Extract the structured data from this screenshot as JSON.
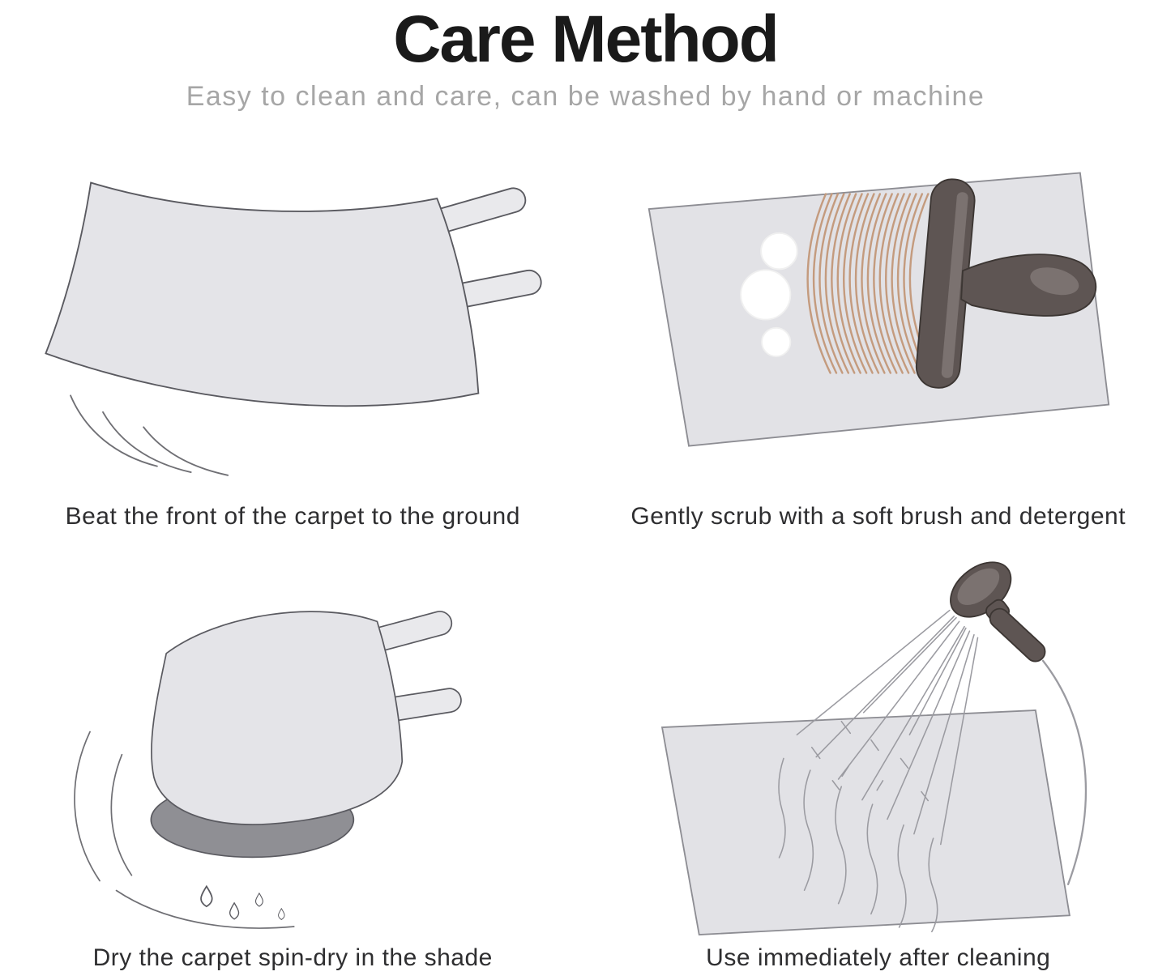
{
  "header": {
    "title": "Care Method",
    "subtitle": "Easy to clean and care, can be washed by hand or machine"
  },
  "panels": [
    {
      "id": "beat",
      "caption": "Beat the front of the carpet to the ground",
      "illustration": "carpet-beaten-toward-ground"
    },
    {
      "id": "scrub",
      "caption": "Gently scrub with a soft brush and detergent",
      "illustration": "soft-brush-scrubbing-mat-with-foam"
    },
    {
      "id": "dry",
      "caption": "Dry the carpet spin-dry in the shade",
      "illustration": "carpet-rolled-spin-drying-with-drips"
    },
    {
      "id": "rinse",
      "caption": "Use immediately after cleaning",
      "illustration": "shower-head-rinsing-mat"
    }
  ],
  "colors": {
    "carpet-fill": "#e4e4e8",
    "tab-fill": "#e9e9ec",
    "mat-fill": "#e2e2e6",
    "mat-outline": "#8d8d93",
    "outline": "#5a5a60",
    "dark-fill": "#5e5553",
    "dark-outline": "#3c3633",
    "dark-mid": "#7b7270",
    "foam": "#ffffff",
    "foam-edge": "#f0f0f0",
    "bristle": "#c49b7e",
    "line": "#6f6f74",
    "thin-line": "#9b9ba1",
    "underside": "#8f8f94",
    "title": "#1a1a1a",
    "subtitle": "#a6a6a6",
    "caption": "#2e2e30"
  }
}
